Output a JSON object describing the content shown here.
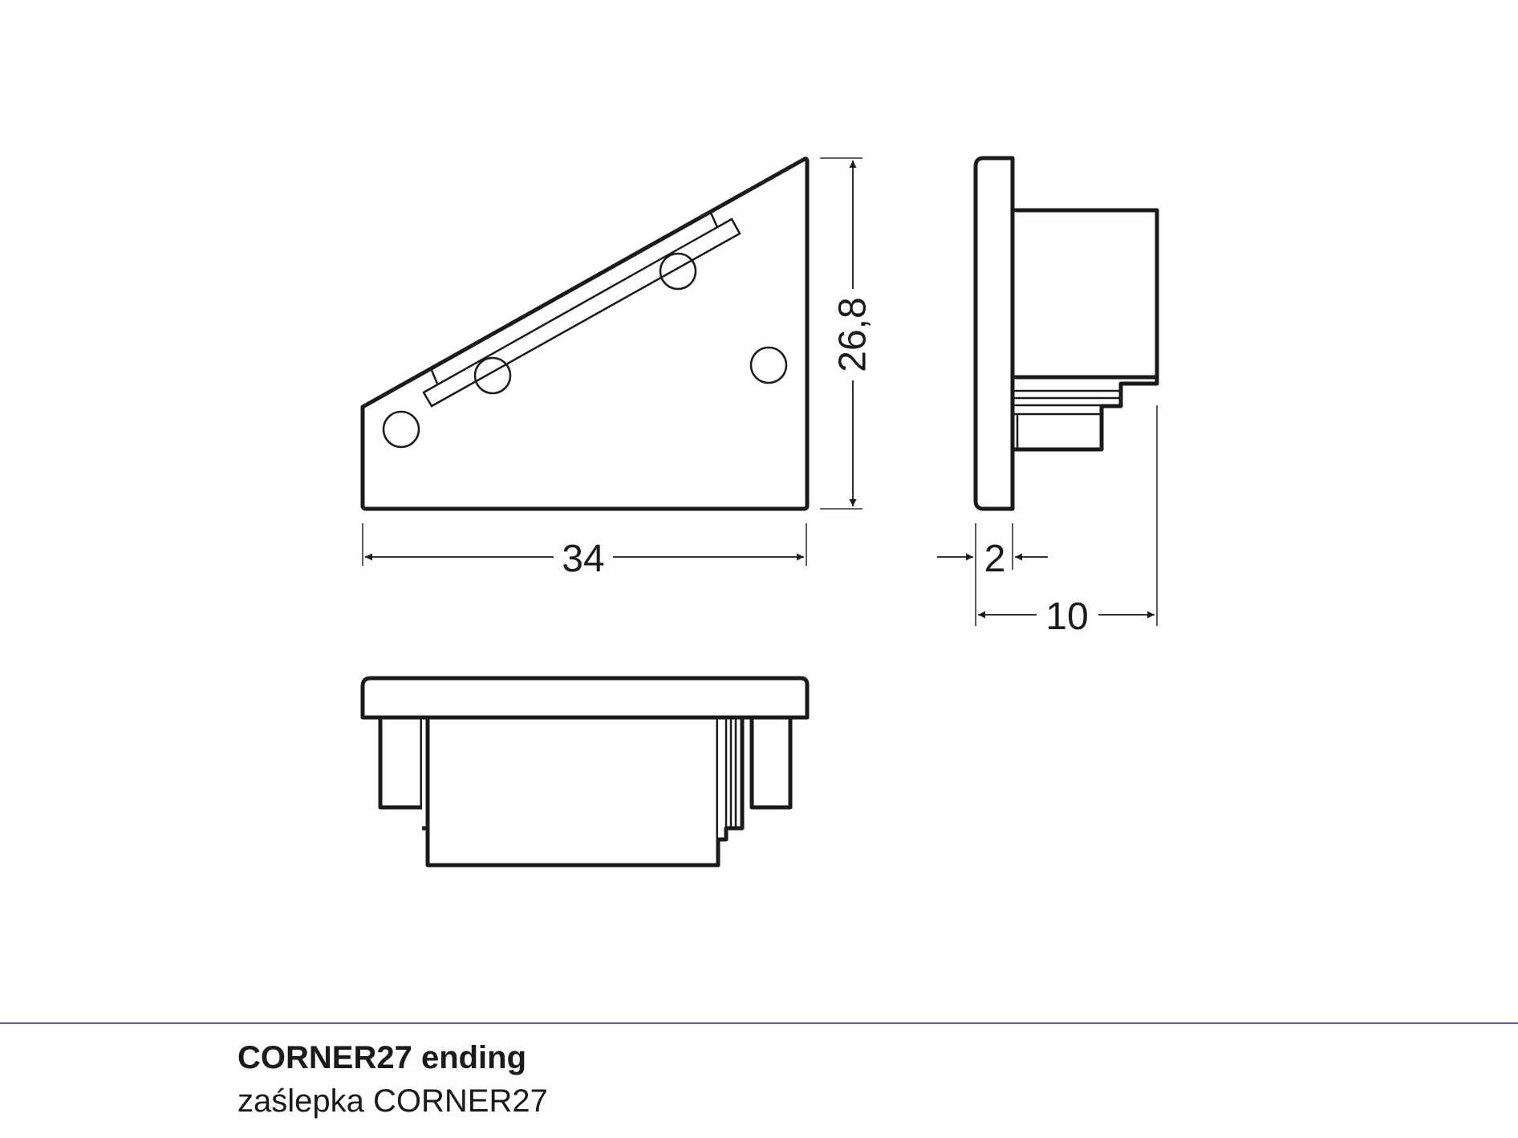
{
  "drawing": {
    "dimensions": {
      "front_width": "34",
      "front_height": "26,8",
      "side_flange": "2",
      "side_depth": "10"
    }
  },
  "caption": {
    "title": "CORNER27 ending",
    "subtitle": "zaślepka CORNER27"
  },
  "colors": {
    "lines": "#1a1a1a",
    "divider": "#5d5aa3",
    "background": "#ffffff"
  }
}
